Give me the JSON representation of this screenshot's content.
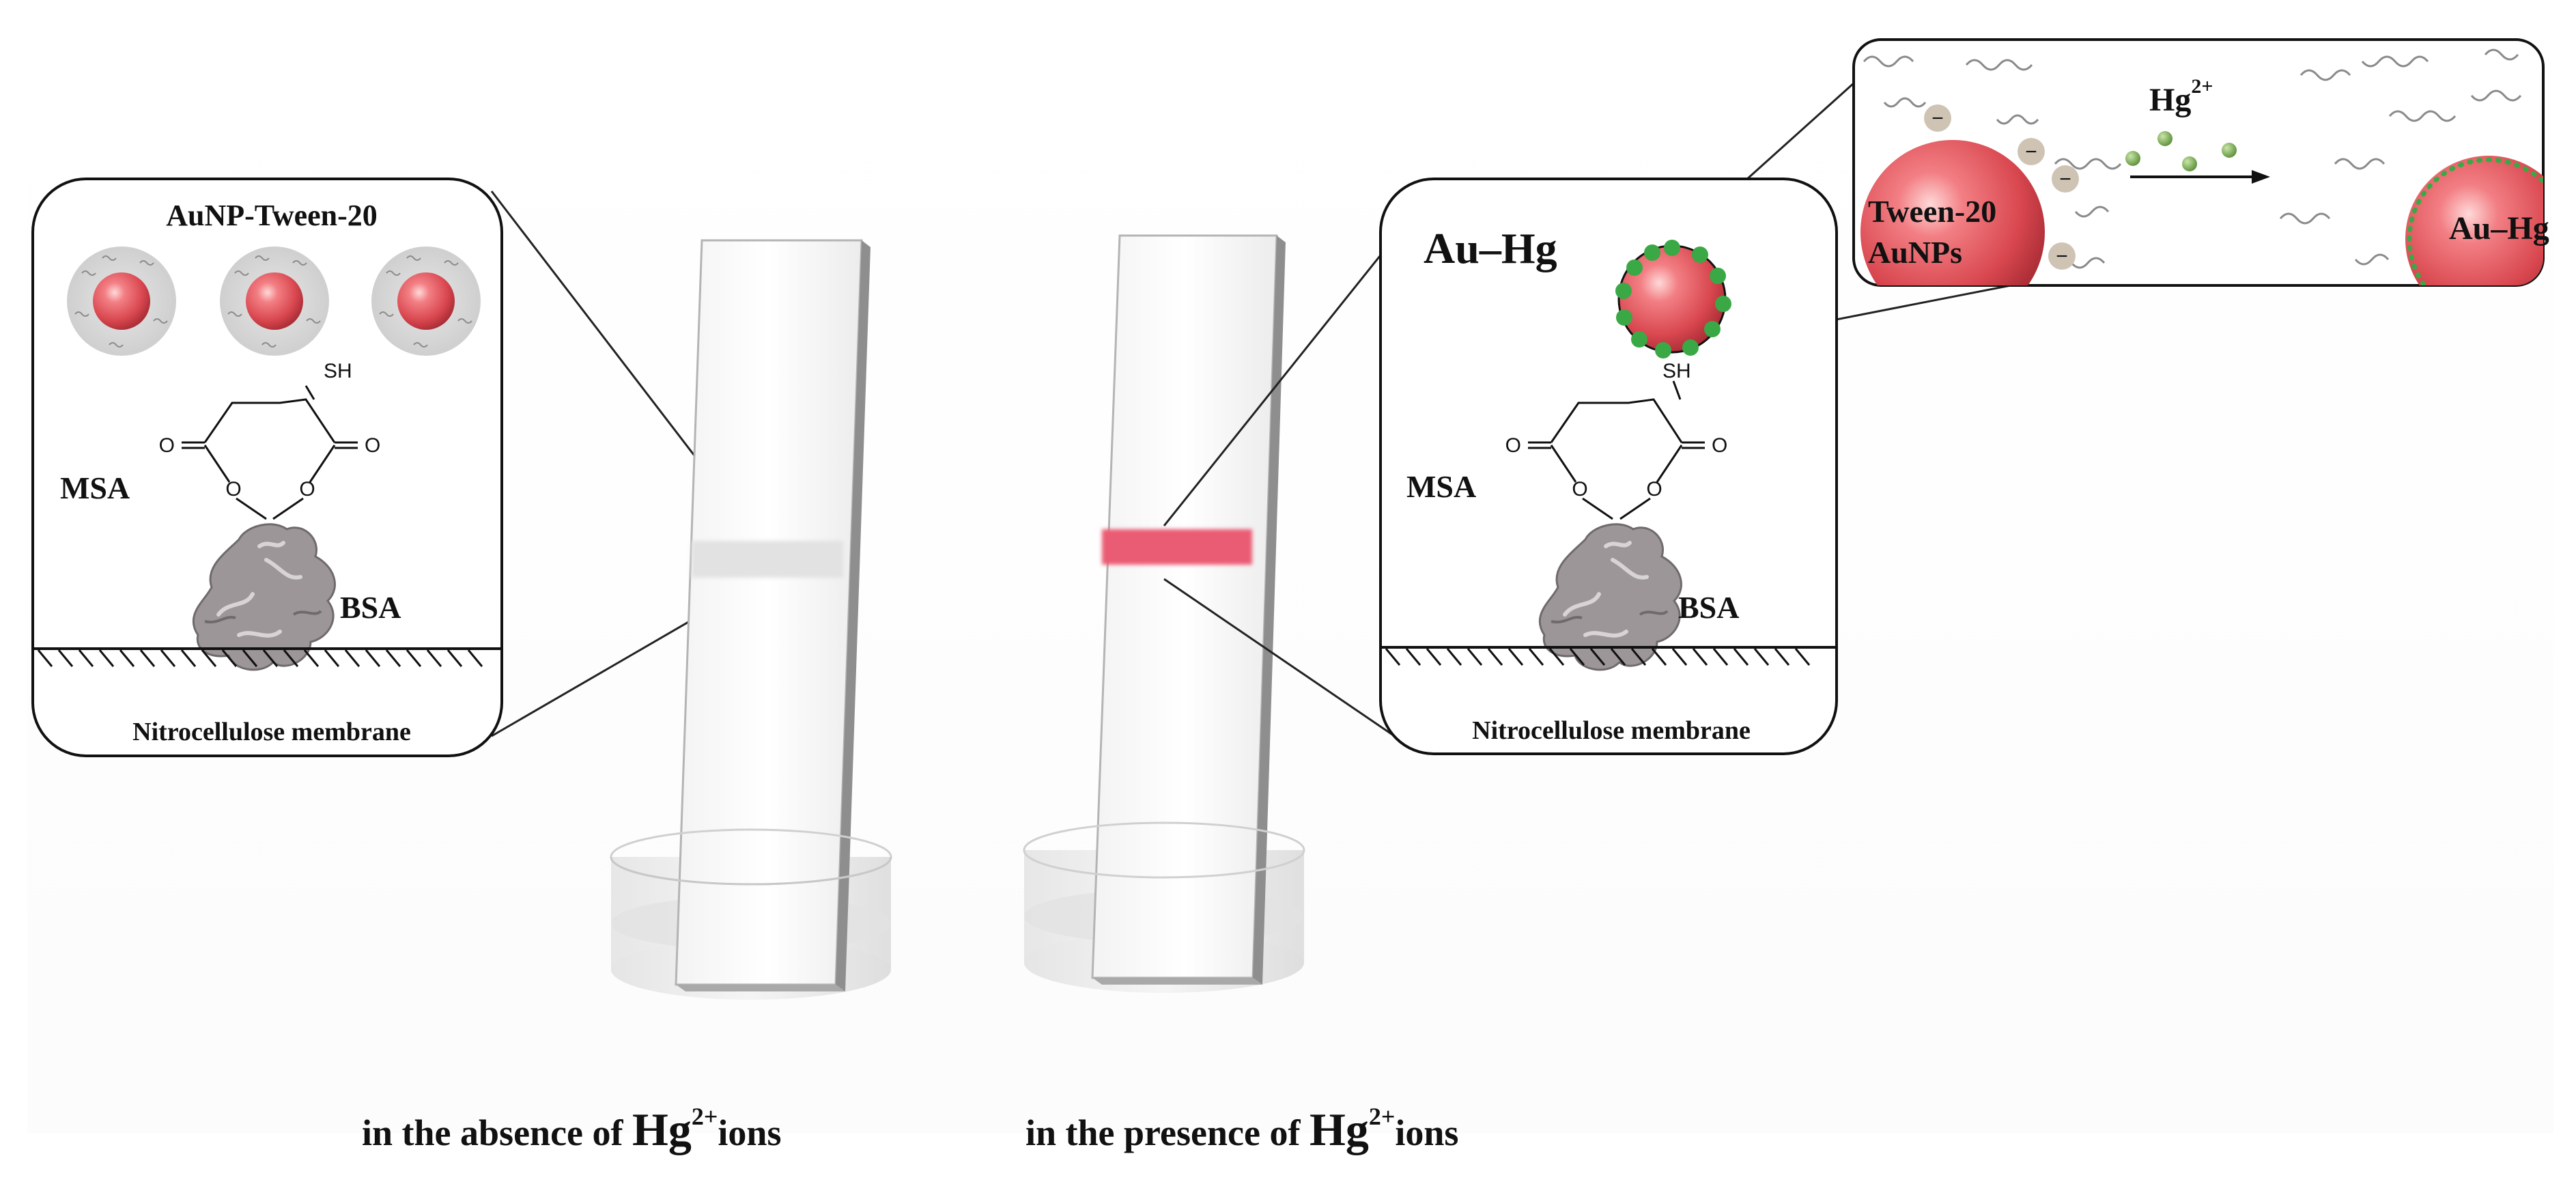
{
  "left_panel": {
    "title": "AuNP-Tween-20",
    "msa_label": "MSA",
    "bsa_label": "BSA",
    "membrane_label": "Nitrocellulose membrane",
    "sh_label": "SH",
    "o_label": "O"
  },
  "right_panel": {
    "title": "Au–Hg",
    "msa_label": "MSA",
    "bsa_label": "BSA",
    "membrane_label": "Nitrocellulose membrane",
    "sh_label": "SH",
    "o_label": "O"
  },
  "inset": {
    "left_particle_label_line1": "Tween-20",
    "left_particle_label_line2": "AuNPs",
    "reagent": "Hg",
    "reagent_charge": "2+",
    "product_label": "Au–Hg",
    "charge_symbol": "−"
  },
  "captions": {
    "absence_prefix": "in the absence of ",
    "absence_ion": "Hg",
    "absence_charge": "2+",
    "absence_suffix": "ions",
    "presence_prefix": "in the presence of ",
    "presence_ion": "Hg",
    "presence_charge": "2+",
    "presence_suffix": "ions"
  },
  "colors": {
    "test_line_negative": "#e2e2e2",
    "test_line_positive": "#ea5b73",
    "gold_nanoparticle": "#e0565d",
    "mercury_dots": "#3aa845",
    "shell": "#d8d8d8",
    "protein": "#9d9698",
    "charge_bubble": "#cfc4b4"
  }
}
